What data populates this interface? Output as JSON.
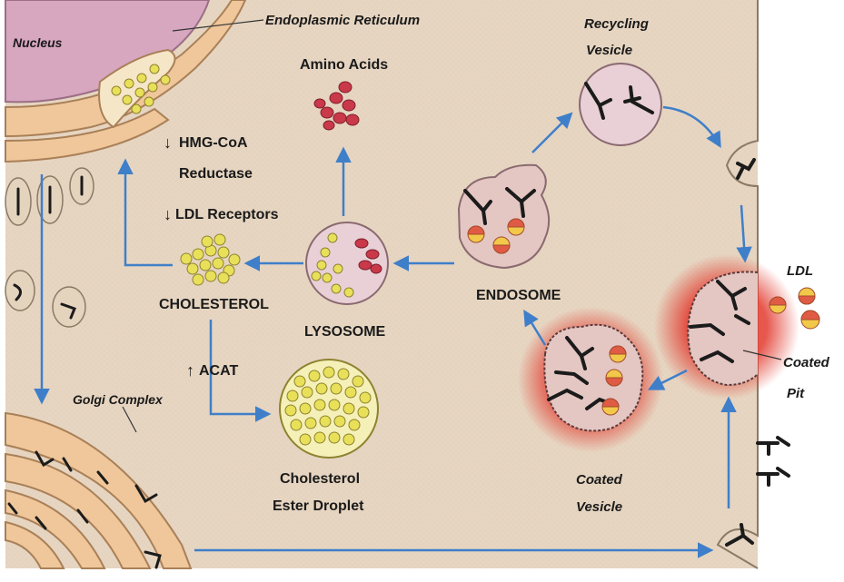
{
  "labels": {
    "nucleus": "Nucleus",
    "er": "Endoplasmic Reticulum",
    "amino_acids": "Amino Acids",
    "hmg_coa_line1": "HMG-CoA",
    "hmg_coa_line2": "Reductase",
    "ldl_receptors": "LDL Receptors",
    "cholesterol": "CHOLESTEROL",
    "lysosome": "LYSOSOME",
    "endosome": "ENDOSOME",
    "acat": "ACAT",
    "ester_line1": "Cholesterol",
    "ester_line2": "Ester Droplet",
    "golgi": "Golgi Complex",
    "recycling_line1": "Recycling",
    "recycling_line2": "Vesicle",
    "ldl": "LDL",
    "coated_pit_line1": "Coated",
    "coated_pit_line2": "Pit",
    "coated_vesicle_line1": "Coated",
    "coated_vesicle_line2": "Vesicle"
  },
  "arrows": {
    "down": "↓",
    "up": "↑"
  },
  "colors": {
    "cytoplasm": "#e8d8c4",
    "outside": "#ffffff",
    "arrow": "#3f7fc9",
    "nucleus": "#d7a6bf",
    "membrane_organelle": "#efc79a",
    "receptor": "#1b1b1b",
    "cholesterol_dot": "#e9e05a",
    "amino_acid": "#c9394a",
    "coated_glow": "#e23a2e"
  }
}
